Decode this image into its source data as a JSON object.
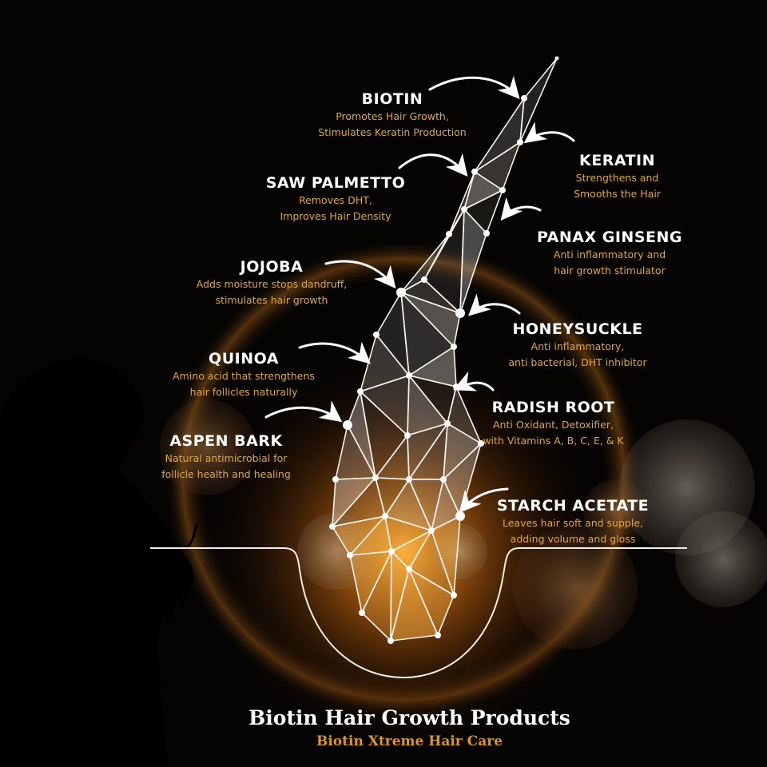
{
  "ingredients": [
    {
      "name": "BIOTIN",
      "lines": [
        "Promotes Hair Growth,",
        "Stimulates Keratin Production"
      ]
    },
    {
      "name": "KERATIN",
      "lines": [
        "Strengthens and",
        "Smooths the Hair"
      ]
    },
    {
      "name": "SAW PALMETTO",
      "lines": [
        "Removes DHT,",
        "Improves Hair Density"
      ]
    },
    {
      "name": "PANAX GINSENG",
      "lines": [
        "Anti inflammatory and",
        "hair growth stimulator"
      ]
    },
    {
      "name": "JOJOBA",
      "lines": [
        "Adds moisture stops dandruff,",
        "stimulates hair growth"
      ]
    },
    {
      "name": "HONEYSUCKLE",
      "lines": [
        "Anti inflammatory,",
        "anti bacterial, DHT inhibitor"
      ]
    },
    {
      "name": "QUINOA",
      "lines": [
        "Amino acid that strengthens",
        "hair follicles naturally"
      ]
    },
    {
      "name": "RADISH ROOT",
      "lines": [
        "Anti Oxidant, Detoxifier,",
        "with Vitamins A, B, C, E, & K"
      ]
    },
    {
      "name": "ASPEN BARK",
      "lines": [
        "Natural antimicrobial for",
        "follicle health and healing"
      ]
    },
    {
      "name": "STARCH ACETATE",
      "lines": [
        "Leaves hair soft and supple,",
        "adding volume and gloss"
      ]
    }
  ],
  "footer": {
    "title": "Biotin Hair Growth Products",
    "subtitle": "Biotin Xtreme Hair Care"
  },
  "colors": {
    "background": "#050403",
    "accent_gold": "#e0a640",
    "glow_orange": "#ff9a1a",
    "heading_white": "#ffffff"
  },
  "icons": [
    "silhouette-icon",
    "hair-strand-icon",
    "curved-arrow-icon"
  ]
}
